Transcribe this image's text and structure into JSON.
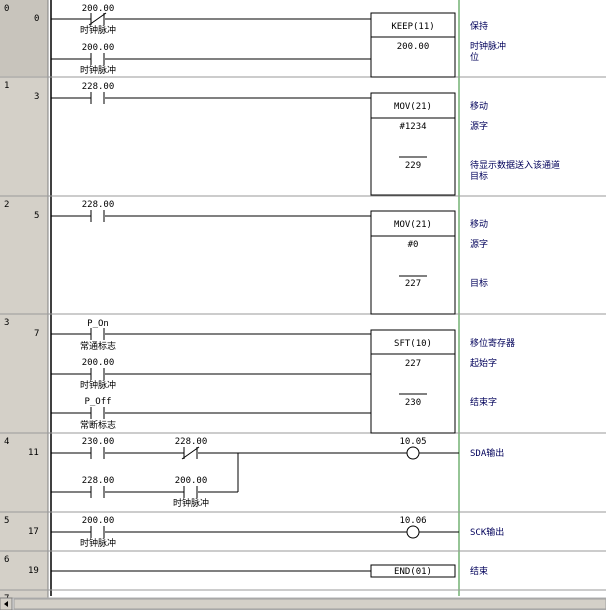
{
  "rungs": [
    {
      "number": "0",
      "step": "0",
      "contacts": [
        {
          "addr": "200.00",
          "comment": "时钟脉冲",
          "type": "NC"
        },
        {
          "addr": "200.00",
          "comment": "时钟脉冲",
          "type": "NO"
        }
      ],
      "instruction": {
        "name": "KEEP(11)",
        "operands": [
          "200.00"
        ]
      },
      "comments": [
        "保持",
        "时钟脉冲",
        "位"
      ]
    },
    {
      "number": "1",
      "step": "3",
      "contacts": [
        {
          "addr": "228.00",
          "comment": "",
          "type": "NO"
        }
      ],
      "instruction": {
        "name": "MOV(21)",
        "operands": [
          "#1234",
          "229"
        ]
      },
      "comments": [
        "移动",
        "源字",
        "待显示数据送入该通道",
        "目标"
      ]
    },
    {
      "number": "2",
      "step": "5",
      "contacts": [
        {
          "addr": "228.00",
          "comment": "",
          "type": "NO"
        }
      ],
      "instruction": {
        "name": "MOV(21)",
        "operands": [
          "#0",
          "227"
        ]
      },
      "comments": [
        "移动",
        "源字",
        "目标"
      ]
    },
    {
      "number": "3",
      "step": "7",
      "contacts": [
        {
          "addr": "P_On",
          "comment": "常通标志",
          "type": "NO"
        },
        {
          "addr": "200.00",
          "comment": "时钟脉冲",
          "type": "NO"
        },
        {
          "addr": "P_Off",
          "comment": "常断标志",
          "type": "NO"
        }
      ],
      "instruction": {
        "name": "SFT(10)",
        "operands": [
          "227",
          "230"
        ]
      },
      "comments": [
        "移位寄存器",
        "起始字",
        "结束字"
      ]
    },
    {
      "number": "4",
      "step": "11",
      "contacts": [
        {
          "addr": "230.00",
          "comment": "",
          "type": "NO"
        },
        {
          "addr": "228.00",
          "comment": "",
          "type": "NC"
        },
        {
          "addr": "228.00",
          "comment": "",
          "type": "NO"
        },
        {
          "addr": "200.00",
          "comment": "时钟脉冲",
          "type": "NO"
        }
      ],
      "coil": {
        "addr": "10.05"
      },
      "comments": [
        "SDA输出"
      ]
    },
    {
      "number": "5",
      "step": "17",
      "contacts": [
        {
          "addr": "200.00",
          "comment": "时钟脉冲",
          "type": "NO"
        }
      ],
      "coil": {
        "addr": "10.06"
      },
      "comments": [
        "SCK输出"
      ]
    },
    {
      "number": "6",
      "step": "19",
      "instruction": {
        "name": "END(01)",
        "operands": []
      },
      "comments": [
        "结束"
      ]
    },
    {
      "number": "7",
      "step": ""
    }
  ],
  "colors": {
    "background": "#ffffff",
    "gutter": "#d4d0c8",
    "line": "#000000",
    "comment_text": "#00005a",
    "right_rail": "#008000"
  }
}
